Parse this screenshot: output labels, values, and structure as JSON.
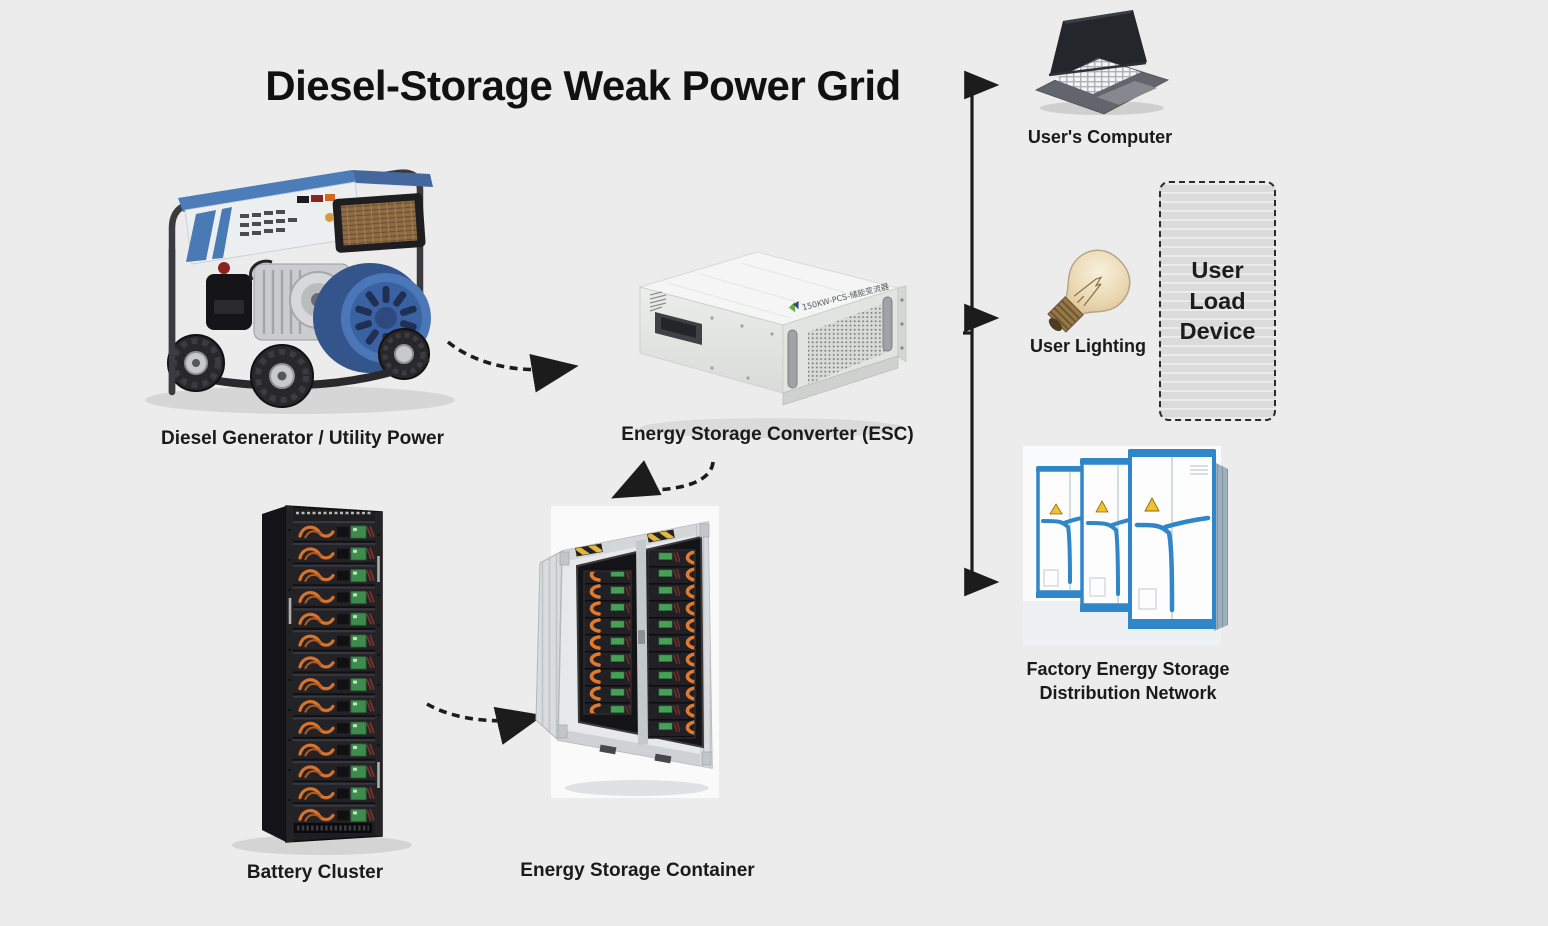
{
  "title": "Diesel-Storage Weak Power Grid",
  "palette": {
    "background": "#ececec",
    "arrow": "#1c1c1c",
    "generator_blue": "#4a77b7",
    "cabinet_blue": "#2f86c9",
    "cable_orange": "#df7a2e",
    "pcb_green": "#46a156",
    "hazard_yellow": "#e5b639",
    "bulb_amber": "#e9d5ae"
  },
  "nodes": {
    "generator": {
      "label": "Diesel Generator / Utility Power"
    },
    "esc": {
      "label": "Energy Storage Converter (ESC)",
      "badge": "150KW-PCS-储能变流器"
    },
    "battery": {
      "label": "Battery Cluster"
    },
    "container": {
      "label": "Energy Storage Container"
    },
    "computer": {
      "label": "User's Computer"
    },
    "lighting": {
      "label": "User Lighting"
    },
    "load_device": {
      "label": "User Load Device"
    },
    "factory": {
      "label_line1": "Factory Energy Storage",
      "label_line2": "Distribution Network"
    }
  }
}
